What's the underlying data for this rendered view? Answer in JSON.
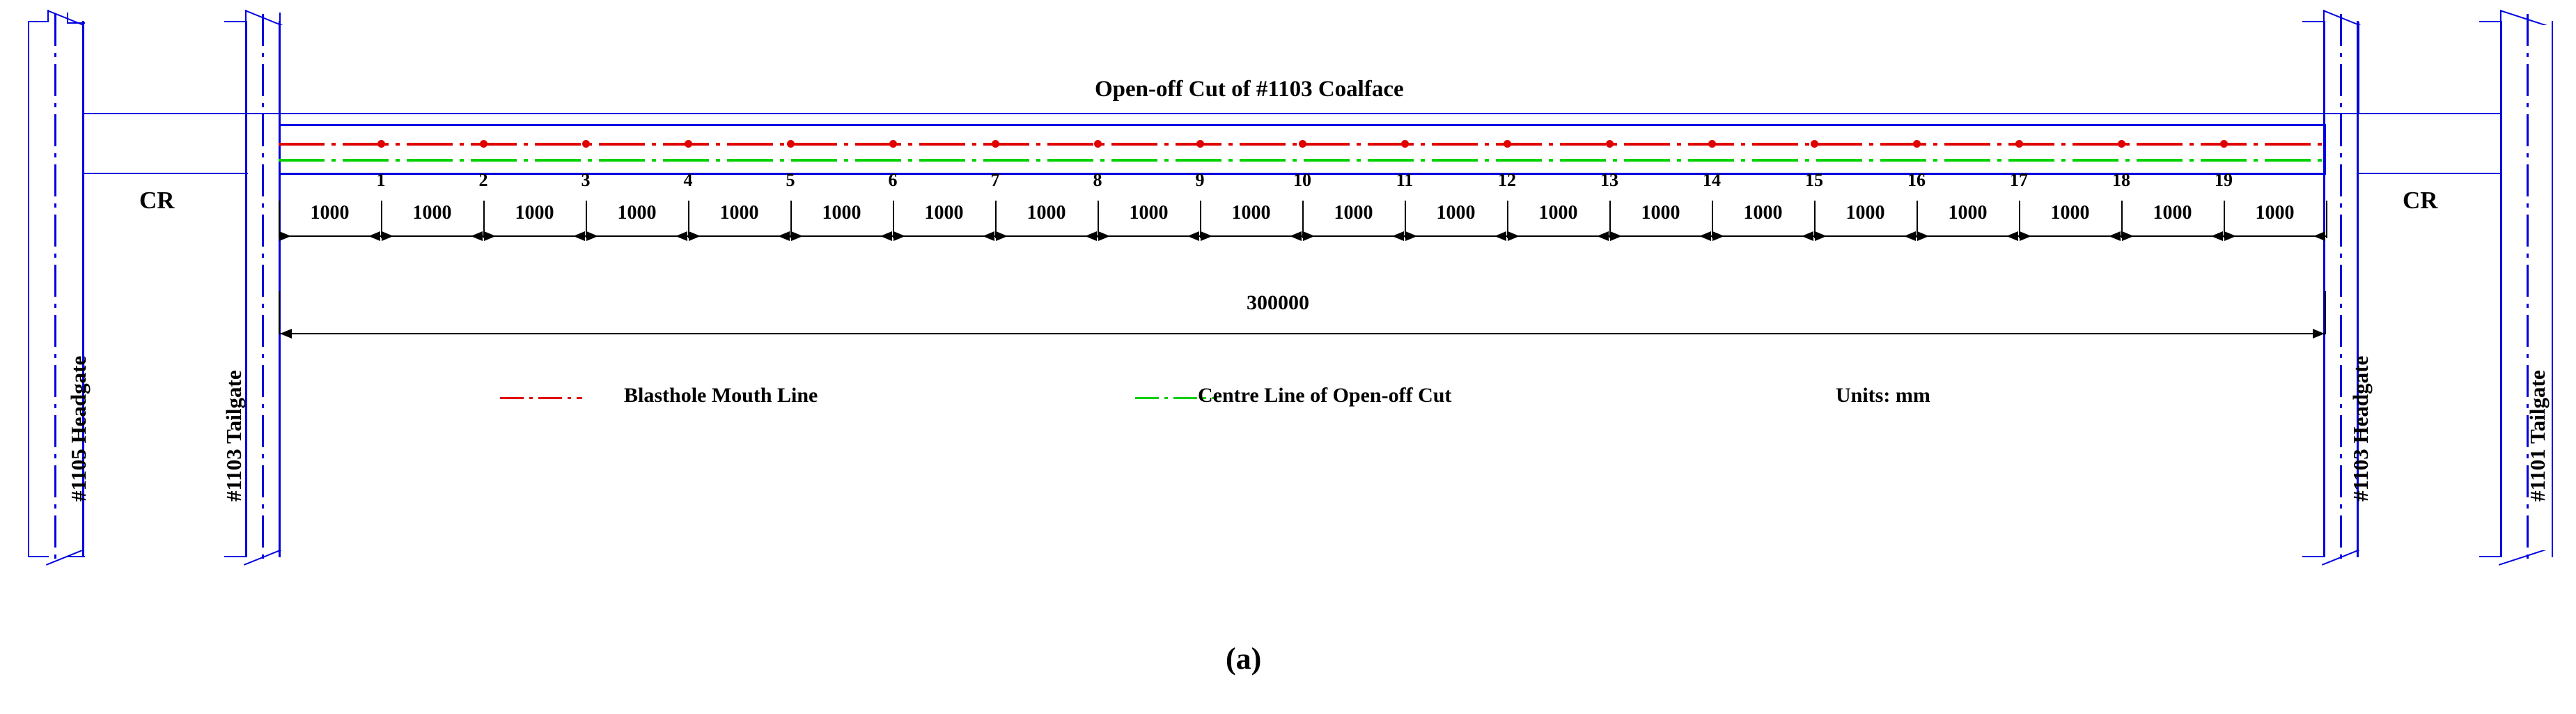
{
  "figure": {
    "caption": "(a)",
    "title": "Open-off Cut of #1103 Coalface",
    "units_note": "Units: mm",
    "total_dimension": "300000"
  },
  "roadways": {
    "left_outer_label": "#1105 Headgate",
    "left_inner_label": "#1103 Tailgate",
    "right_inner_label": "#1103 Headgate",
    "right_outer_label": "#1101 Tailgate",
    "left_cr_label": "CR",
    "right_cr_label": "CR"
  },
  "legend": {
    "items": [
      {
        "label": "Blasthole Mouth Line",
        "color": "#e00000",
        "style": "dash-dot"
      },
      {
        "label": "Centre Line of Open-off Cut",
        "color": "#00d000",
        "style": "dash-dot"
      }
    ]
  },
  "blastholes": {
    "numbers": [
      "1",
      "2",
      "3",
      "4",
      "5",
      "6",
      "7",
      "8",
      "9",
      "10",
      "11",
      "12",
      "13",
      "14",
      "15",
      "16",
      "17",
      "18",
      "19"
    ],
    "count": 19
  },
  "dimensions": {
    "spacing_labels": [
      "1000",
      "1000",
      "1000",
      "1000",
      "1000",
      "1000",
      "1000",
      "1000",
      "1000",
      "1000",
      "1000",
      "1000",
      "1000",
      "1000",
      "1000",
      "1000",
      "1000",
      "1000",
      "1000",
      "1000"
    ],
    "spacing_count": 20
  },
  "colors": {
    "structure": "#0000e0",
    "blasthole_line": "#e00000",
    "centre_line": "#00d000",
    "dimension": "#000000"
  }
}
